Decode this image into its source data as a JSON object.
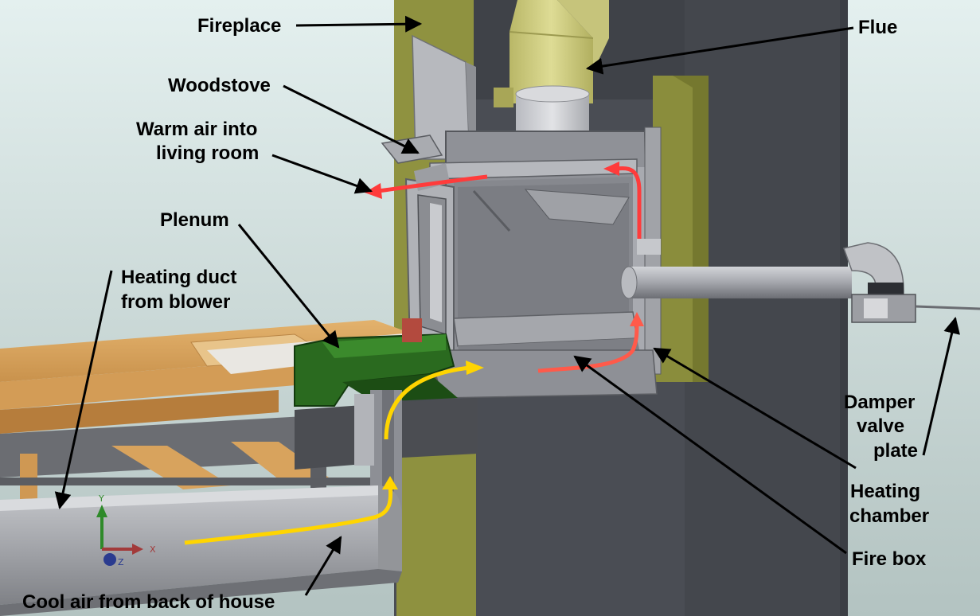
{
  "labels": {
    "fireplace": "Fireplace",
    "flue": "Flue",
    "woodstove": "Woodstove",
    "warm_air_line1": "Warm air into",
    "warm_air_line2": "living room",
    "plenum": "Plenum",
    "heating_duct_line1": "Heating duct",
    "heating_duct_line2": "from blower",
    "damper_line1": "Damper",
    "damper_line2": "valve",
    "damper_line3": "plate",
    "heating_chamber_line1": "Heating",
    "heating_chamber_line2": "chamber",
    "fire_box": "Fire box",
    "cool_air": "Cool air from back of house"
  },
  "axes": {
    "x": "X",
    "y": "Y",
    "z": "Z"
  },
  "colors": {
    "background_top": "#e4f0ef",
    "background_bottom": "#b3c3c1",
    "wall": "#4a4d54",
    "insulation": "#8f9240",
    "metal_light": "#c4c6cb",
    "metal_mid": "#9a9ca2",
    "metal_dark": "#6e7077",
    "wood_floor": "#d9a45e",
    "plenum_green": "#1f5a16",
    "flue_yellow": "#d6d48a",
    "warm_air_arrow": "#ff3b3b",
    "cool_air_arrow": "#ffd500",
    "label_text": "#000000"
  }
}
